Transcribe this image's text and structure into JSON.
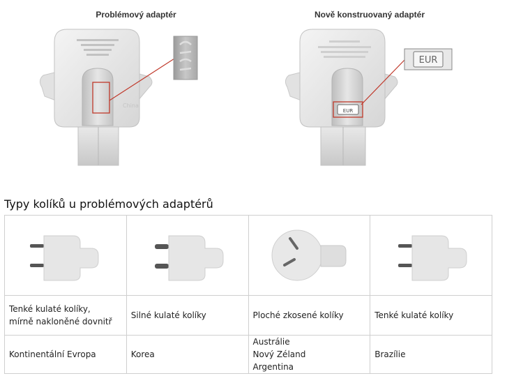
{
  "figure": {
    "left_caption": "Problémový adaptér",
    "right_caption": "Nově konstruovaný adaptér",
    "right_label": "EUR"
  },
  "section_title": "Typy kolíků u problémových adaptérů",
  "table": {
    "descriptions": [
      [
        "Tenké kulaté kolíky,",
        "mírně nakloněné dovnitř"
      ],
      [
        "Silné kulaté kolíky"
      ],
      [
        "Ploché zkosené kolíky"
      ],
      [
        "Tenké kulaté kolíky"
      ]
    ],
    "regions": [
      [
        "Kontinentální Evropa"
      ],
      [
        "Korea"
      ],
      [
        "Austrálie",
        "Nový Zéland",
        "Argentina"
      ],
      [
        "Brazílie"
      ]
    ]
  }
}
